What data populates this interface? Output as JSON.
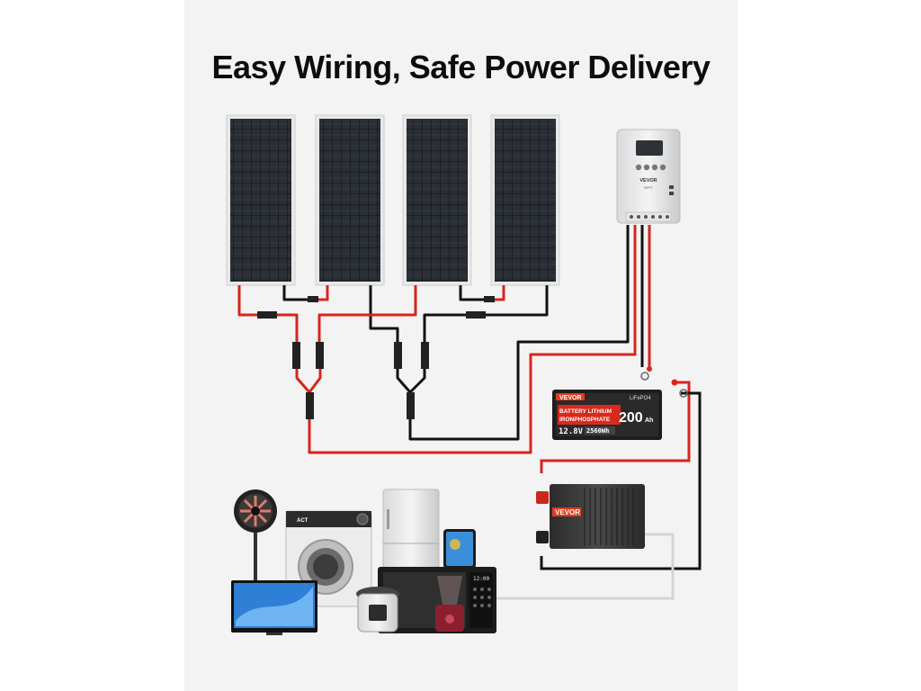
{
  "title": "Easy Wiring, Safe Power Delivery",
  "controller": {
    "brand": "VEVOR",
    "model": "MPPT"
  },
  "battery": {
    "brand": "VEVOR",
    "chemistry_badge": "LiFePO4",
    "line1": "BATTERY LITHIUM",
    "line2": "IRONPHOSPHATE",
    "voltage": "12.8V",
    "energy": "2560Wh",
    "capacity": "200",
    "capacity_unit": "Ah"
  },
  "inverter": {
    "brand": "VEVOR"
  },
  "appliances": {
    "washer_brand": "ACT",
    "microwave_display": "12:00"
  },
  "colors": {
    "positive_wire": "#d9241c",
    "negative_wire": "#111111",
    "ac_wire": "#d4d4d4",
    "brand_accent": "#e23a1e",
    "panel_cell": "#1c1f24"
  }
}
